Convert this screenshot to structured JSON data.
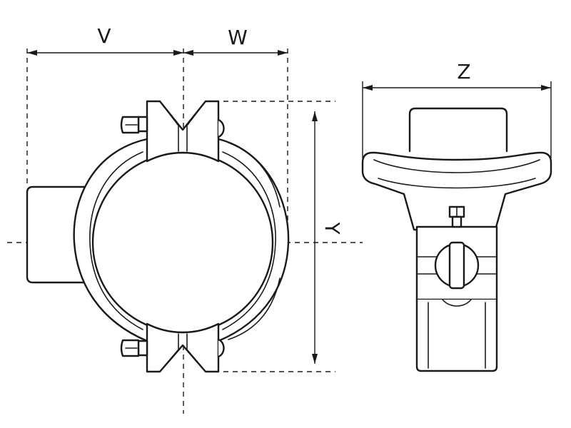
{
  "dimensions": {
    "v": "V",
    "w": "W",
    "y": "Y",
    "z": "Z"
  },
  "colors": {
    "line": "#1a1a1a",
    "background": "#ffffff"
  }
}
